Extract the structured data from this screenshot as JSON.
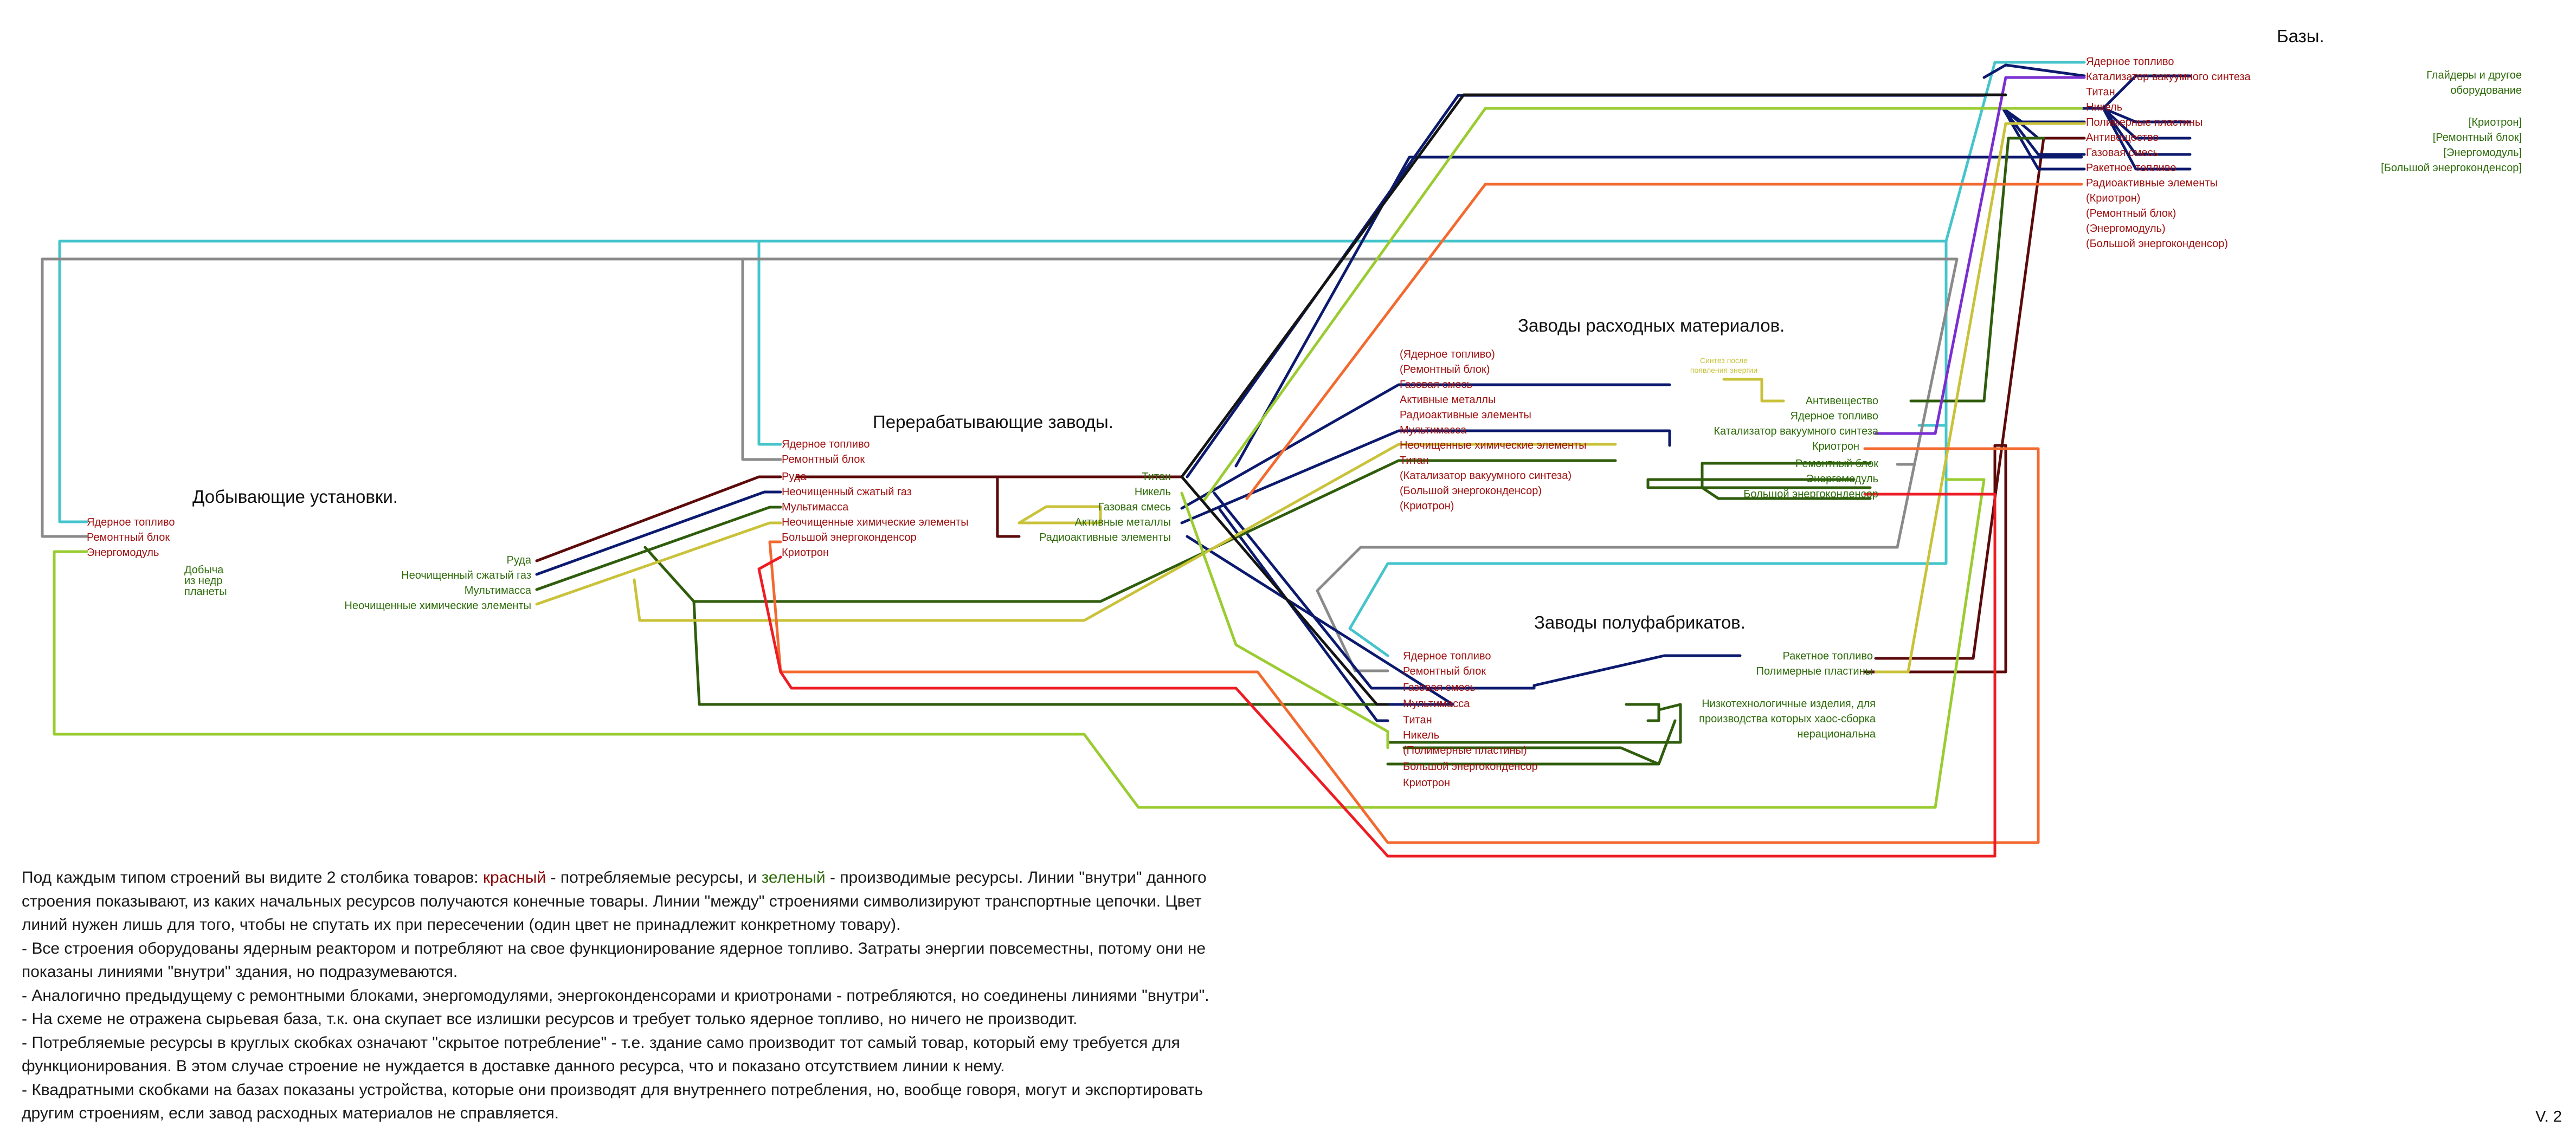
{
  "headings": {
    "bases": "Базы.",
    "consumables": "Заводы расходных материалов.",
    "processing": "Перерабатывающие заводы.",
    "extraction": "Добывающие установки.",
    "semi": "Заводы полуфабрикатов."
  },
  "extraction": {
    "source": "Добыча\nиз недр\nпланеты",
    "consumed": [
      "Ядерное топливо",
      "Ремонтный блок"
    ],
    "produced_top": [
      "Энергомодуль"
    ],
    "outputs": [
      "Руда",
      "Неочищенный сжатый газ",
      "Мультимасса",
      "Неочищенные химические элементы"
    ]
  },
  "processing": {
    "consumed": [
      "Ядерное топливо",
      "Ремонтный блок",
      "Руда",
      "Неочищенный сжатый газ",
      "Мультимасса",
      "Неочищенные химические элементы",
      "Большой энергоконденсор",
      "Криотрон"
    ],
    "produced": [
      "Титан",
      "Никель",
      "Газовая смесь",
      "Активные металлы",
      "Радиоактивные элементы"
    ]
  },
  "consumables": {
    "consumed": [
      "(Ядерное топливо)",
      "(Ремонтный блок)",
      "Газовая смесь",
      "Активные  металлы",
      "Радиоактивные элементы",
      "Мультимасса",
      "Неочищенные химические элементы",
      "Титан",
      "(Катализатор вакуумного синтеза)",
      "(Большой энергоконденсор)",
      "(Криотрон)"
    ],
    "note": "Синтез после\nпоявления энергии",
    "produced": [
      "Антивещество",
      "Ядерное топливо",
      "Катализатор вакуумного синтеза",
      "Криотрон",
      "Ремонтный блок",
      "Энергомодуль",
      "Большой энергоконденсор"
    ]
  },
  "semi": {
    "consumed": [
      "Ядерное топливо",
      "Ремонтный блок",
      "Газовая смесь",
      "Мультимасса",
      "Титан",
      "Никель",
      "(Полимерные пластины)",
      "Большой энергоконденсор",
      "Криотрон"
    ],
    "produced": [
      "Ракетное топливо",
      "Полимерные пластины"
    ],
    "note": "Низкотехнологичные изделия, для\nпроизводства которых хаос-сборка\nнерациональна"
  },
  "bases": {
    "consumed": [
      "Ядерное топливо",
      "Катализатор вакуумного синтеза",
      "Титан",
      "Никель",
      "Полимерные пластины",
      "Антивещество",
      "Газовая смесь",
      "Ракетное топливо",
      "Радиоактивные элементы",
      "(Криотрон)",
      "(Ремонтный блок)",
      "(Энергомодуль)",
      "(Большой энергоконденсор)"
    ],
    "produced": [
      "Глайдеры и другое\nоборудование",
      "[Криотрон]",
      "[Ремонтный блок]",
      "[Энергомодуль]",
      "[Большой энергоконденсор]"
    ]
  },
  "notes": {
    "line1": [
      {
        "text": "Под каждым типом строений вы видите 2 столбика товаров: ",
        "style": "plain"
      },
      {
        "text": "красный",
        "style": "red"
      },
      {
        "text": " - потребляемые ресурсы, и ",
        "style": "plain"
      },
      {
        "text": "зеленый",
        "style": "green"
      },
      {
        "text": " - производимые ресурсы. Линии \"внутри\" данного",
        "style": "plain"
      }
    ],
    "rest": [
      "строения показывают, из каких начальных ресурсов получаются конечные товары. Линии \"между\" строениями символизируют транспортные цепочки. Цвет",
      "линий нужен лишь для того, чтобы не спутать их при пересечении (один цвет не принадлежит конкретному товару).",
      "- Все строения оборудованы ядерным реактором и потребляют на свое функционирование ядерное топливо. Затраты энергии повсеместны, потому они не",
      "показаны  линиями \"внутри\" здания, но подразумеваются.",
      "- Аналогично предыдущему с ремонтными блоками, энергомодулями, энергоконденсорами и криотронами - потребляются, но соединены линиями \"внутри\".",
      "- На схеме не отражена сырьевая база, т.к. она скупает все излишки ресурсов и требует только ядерное топливо, но ничего не производит.",
      "- Потребляемые ресурсы в круглых скобках означают \"скрытое потребление\" - т.е. здание само производит тот самый товар, который ему требуется для",
      "функционирования. В этом случае строение не нуждается в доставке данного ресурса, что и показано отсутствием линии к нему.",
      "- Квадратными скобками на базах показаны устройства, которые они производят для внутреннего потребления, но, вообще говоря, могут и экспортировать",
      "другим строениям, если завод расходных материалов не справляется."
    ]
  },
  "version": "V. 2",
  "colors": {
    "consumed": "#a01010",
    "produced": "#2e6b0a",
    "lines": [
      "#45c4cc",
      "#8a8a8a",
      "#5c0a0a",
      "#0c1a6e",
      "#2f5d0c",
      "#c9c23a",
      "#9acc32",
      "#f26a30",
      "#ee1c24",
      "#7a2fd0",
      "#141414"
    ]
  }
}
